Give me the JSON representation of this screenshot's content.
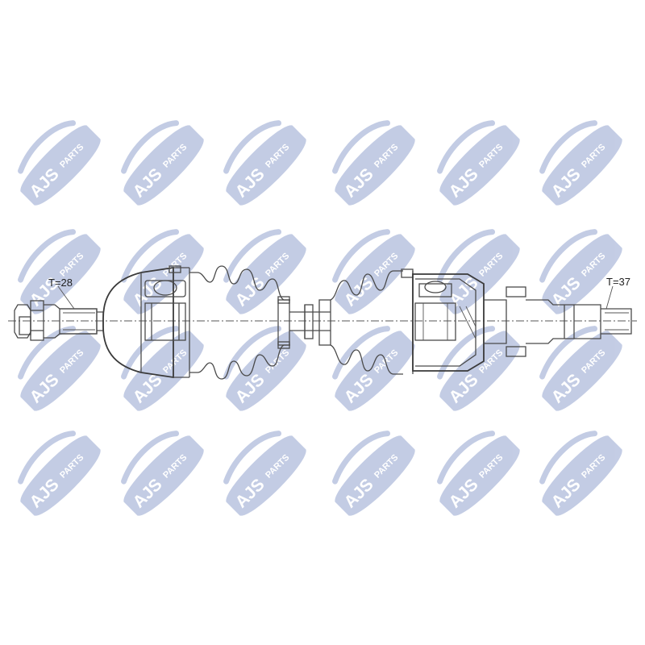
{
  "watermark": {
    "brand": "AJS",
    "sub": "PARTS",
    "color": "#93a4cf"
  },
  "labels": {
    "left_teeth": "T=28",
    "right_teeth": "T=37"
  },
  "colors": {
    "background": "#ffffff",
    "line": "#4a4a4a"
  }
}
